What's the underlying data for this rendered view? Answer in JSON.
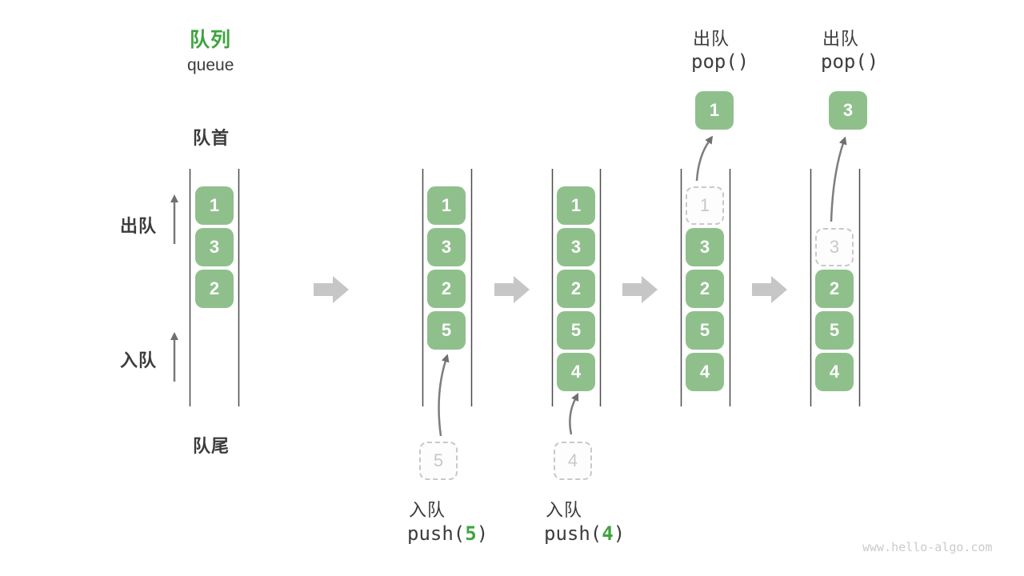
{
  "title": {
    "zh": "队列",
    "en": "queue"
  },
  "side_labels": {
    "front": "队首",
    "rear": "队尾",
    "dequeue": "出队",
    "enqueue": "入队"
  },
  "states": [
    {
      "cells": [
        "1",
        "3",
        "2"
      ]
    },
    {
      "cells": [
        "1",
        "3",
        "2",
        "5"
      ],
      "incoming": "5"
    },
    {
      "cells": [
        "1",
        "3",
        "2",
        "5",
        "4"
      ],
      "incoming": "4"
    },
    {
      "cells": [
        "3",
        "2",
        "5",
        "4"
      ],
      "ghost": "1",
      "popped": "1",
      "op": {
        "zh": "出队",
        "code": "pop()"
      }
    },
    {
      "cells": [
        "2",
        "5",
        "4"
      ],
      "ghost": "3",
      "popped": "3",
      "op": {
        "zh": "出队",
        "code": "pop()"
      }
    }
  ],
  "push_ops": [
    {
      "zh": "入队",
      "prefix": "push(",
      "arg": "5",
      "suffix": ")"
    },
    {
      "zh": "入队",
      "prefix": "push(",
      "arg": "4",
      "suffix": ")"
    }
  ],
  "watermark": "www.hello-algo.com",
  "colors": {
    "cell_green": "#8FC08C",
    "accent_green": "#3FA43F",
    "step_arrow_gray": "#C6C6C6",
    "thin_arrow_gray": "#7A7A7A",
    "rail_dark": "#4A4A4A",
    "ghost_gray": "#C8C8C8",
    "text_dark": "#3C3C3C",
    "watermark_gray": "#CBCBCB"
  }
}
